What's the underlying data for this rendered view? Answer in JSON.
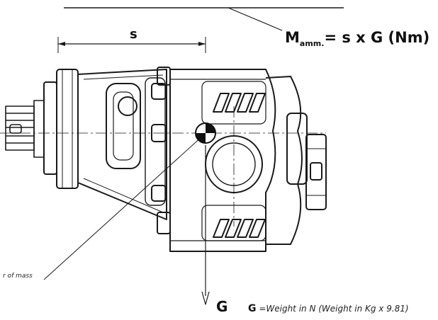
{
  "dimension": {
    "s_label": "s"
  },
  "moment": {
    "symbol": "M",
    "subscript": "amm.",
    "expression": "= s x G (Nm)"
  },
  "force": {
    "symbol": "G",
    "legend_symbol": "G",
    "legend_text": " =Weight in N (Weight in Kg x 9.81)"
  },
  "center_label": "r of mass",
  "colors": {
    "line": "#1a1a1a",
    "background": "#ffffff"
  }
}
